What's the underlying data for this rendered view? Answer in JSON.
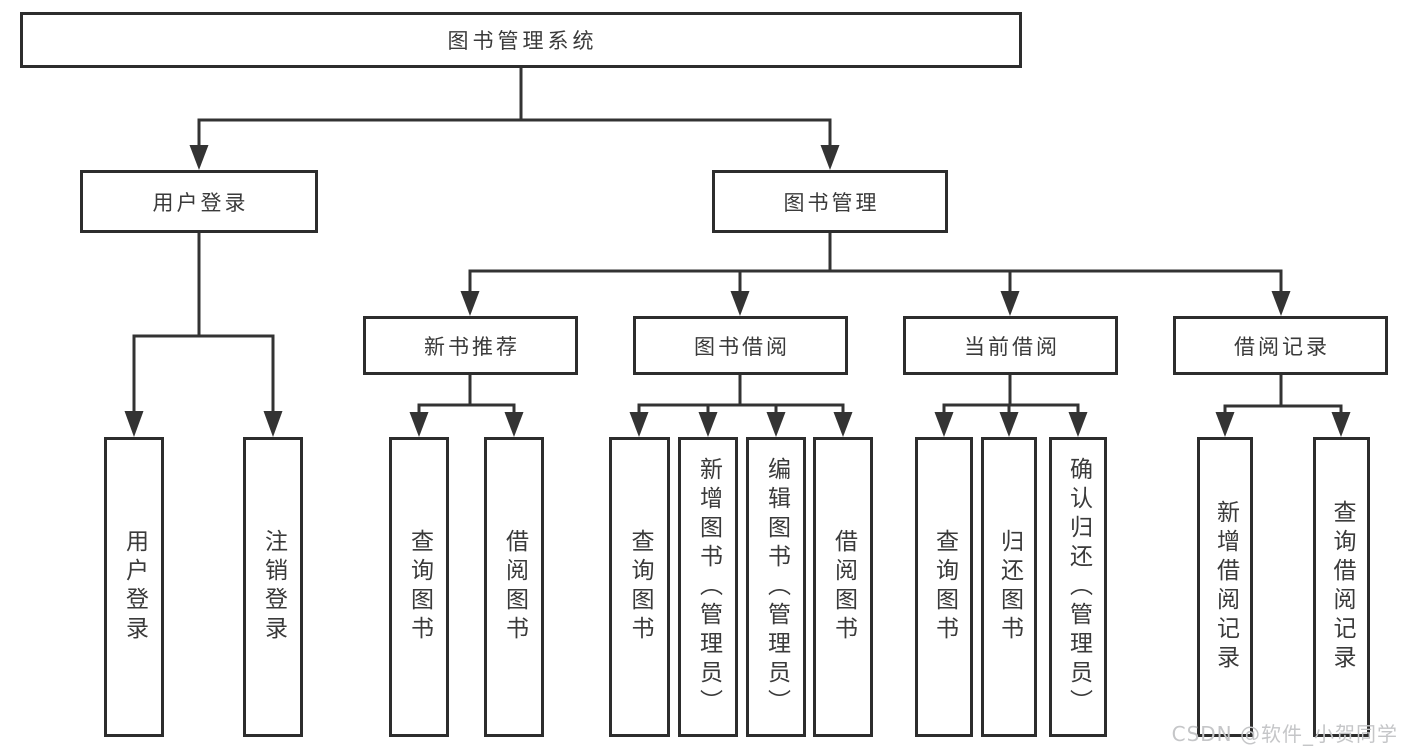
{
  "tree": {
    "root": "图书管理系统",
    "branches": [
      {
        "label": "用户登录",
        "children": [
          {
            "label": "用户登录"
          },
          {
            "label": "注销登录"
          }
        ]
      },
      {
        "label": "图书管理",
        "groups": [
          {
            "label": "新书推荐",
            "children": [
              {
                "label": "查询图书"
              },
              {
                "label": "借阅图书"
              }
            ]
          },
          {
            "label": "图书借阅",
            "children": [
              {
                "label": "查询图书"
              },
              {
                "label": "新增图书（管理员）"
              },
              {
                "label": "编辑图书（管理员）"
              },
              {
                "label": "借阅图书"
              }
            ]
          },
          {
            "label": "当前借阅",
            "children": [
              {
                "label": "查询图书"
              },
              {
                "label": "归还图书"
              },
              {
                "label": "确认归还（管理员）"
              }
            ]
          },
          {
            "label": "借阅记录",
            "children": [
              {
                "label": "新增借阅记录"
              },
              {
                "label": "查询借阅记录"
              }
            ]
          }
        ]
      }
    ]
  },
  "watermark": "CSDN @软件_小贺同学",
  "colors": {
    "line": "#333333",
    "border": "#2d2d2d",
    "text": "#3a3a3a",
    "watermark": "#c5c6c8"
  }
}
